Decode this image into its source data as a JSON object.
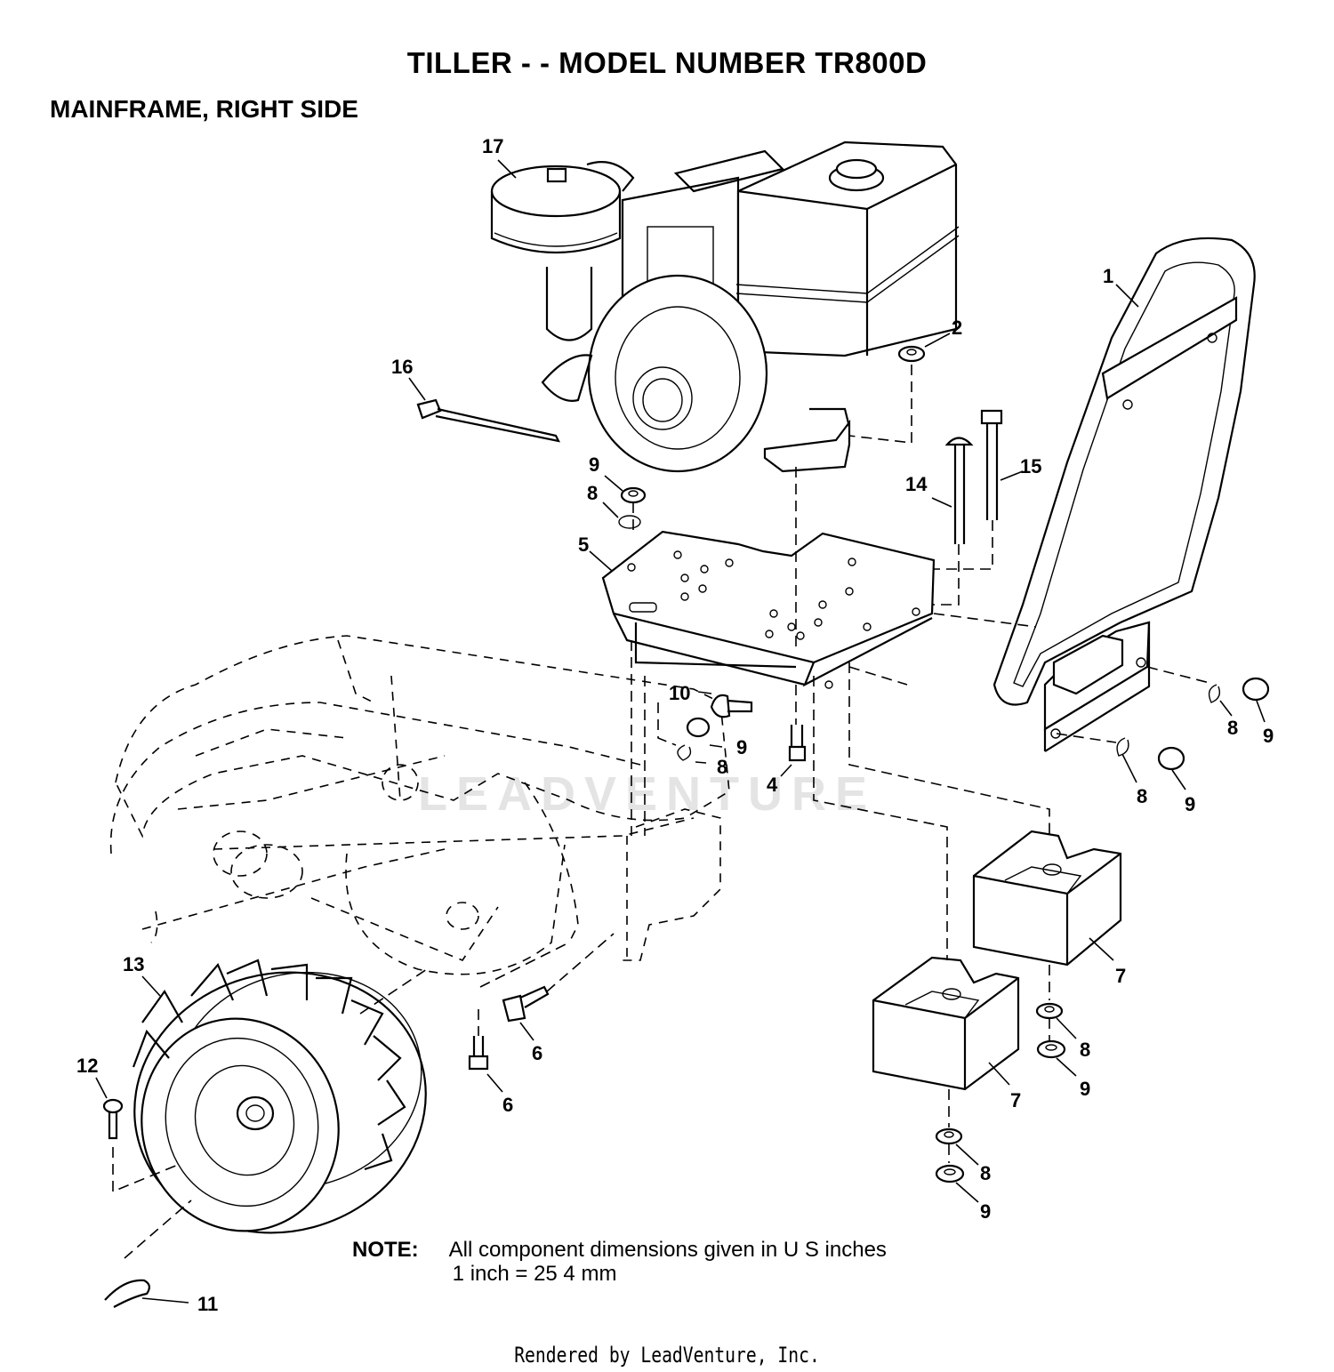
{
  "header": {
    "title": "TILLER - - MODEL NUMBER TR800D",
    "section": "MAINFRAME, RIGHT SIDE"
  },
  "callouts": [
    {
      "label": "17"
    },
    {
      "label": "1"
    },
    {
      "label": "2"
    },
    {
      "label": "16"
    },
    {
      "label": "9"
    },
    {
      "label": "8"
    },
    {
      "label": "14"
    },
    {
      "label": "15"
    },
    {
      "label": "5"
    },
    {
      "label": "10"
    },
    {
      "label": "9"
    },
    {
      "label": "8"
    },
    {
      "label": "4"
    },
    {
      "label": "8"
    },
    {
      "label": "9"
    },
    {
      "label": "8"
    },
    {
      "label": "9"
    },
    {
      "label": "7"
    },
    {
      "label": "7"
    },
    {
      "label": "8"
    },
    {
      "label": "9"
    },
    {
      "label": "8"
    },
    {
      "label": "9"
    },
    {
      "label": "13"
    },
    {
      "label": "12"
    },
    {
      "label": "6"
    },
    {
      "label": "6"
    },
    {
      "label": "11"
    }
  ],
  "note": {
    "label": "NOTE:",
    "line1": "All component dimensions given in U S inches",
    "line2": "1 inch = 25 4 mm"
  },
  "watermark": "LEADVENTURE",
  "footer": "Rendered by LeadVenture, Inc."
}
